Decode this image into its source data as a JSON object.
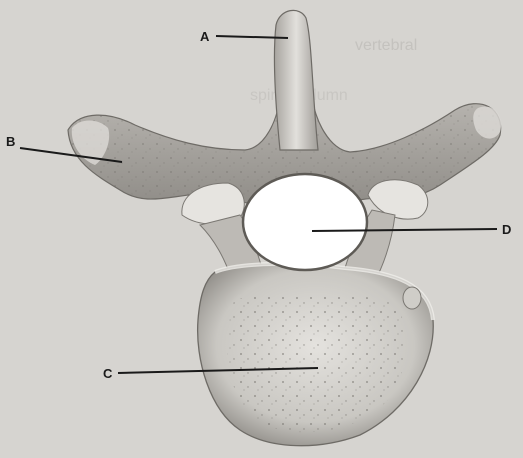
{
  "diagram": {
    "labels": {
      "a": "A",
      "b": "B",
      "c": "C",
      "d": "D"
    },
    "colors": {
      "background": "#d6d4d0",
      "bone_fill": "#c4c2bd",
      "bone_shadow": "#8f8c87",
      "bone_light": "#e9e8e4",
      "foramen": "#ffffff",
      "lines": "#1a1a1a"
    }
  },
  "faint_background_text": [
    "vertebral",
    "spinal column"
  ]
}
